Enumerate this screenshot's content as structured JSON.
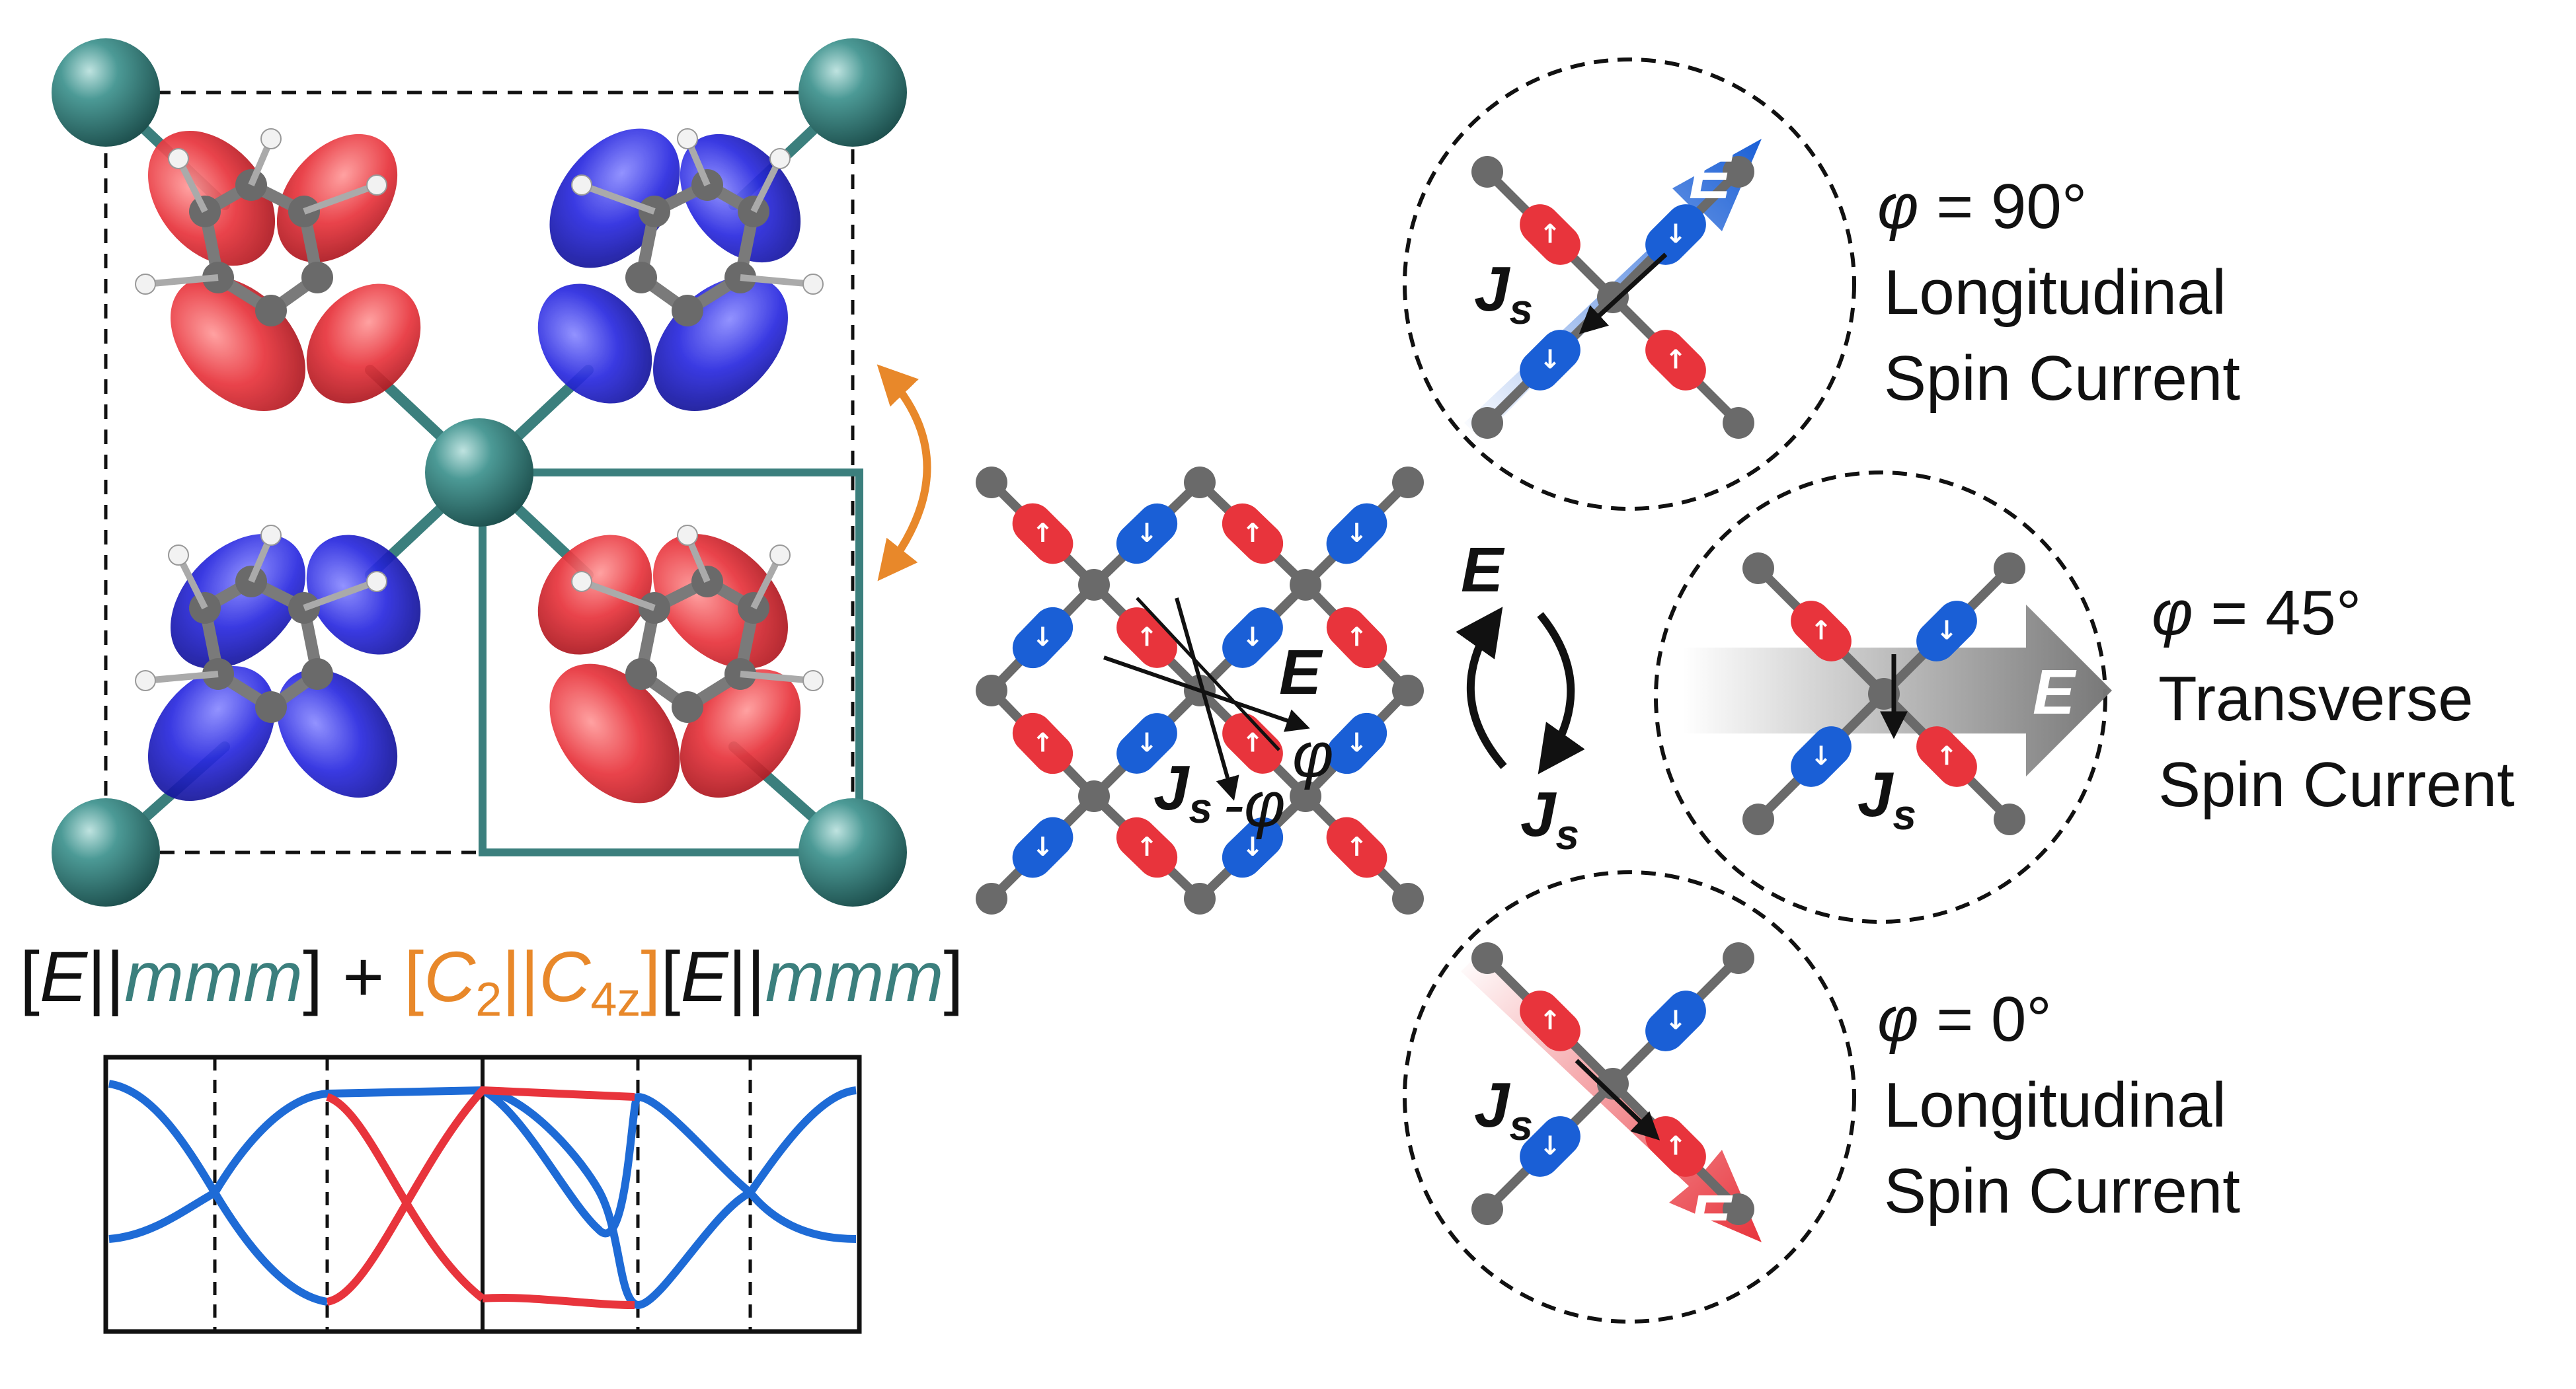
{
  "colors": {
    "spin_up": "#e8343c",
    "spin_down": "#1a5fd6",
    "teal": "#3b7f7d",
    "orange": "#e8882a",
    "gray_atom": "#666666",
    "band_blue": "#1e6bd6",
    "band_red": "#e8343c"
  },
  "symmetry": {
    "open1": "[",
    "E1": "E",
    "bar1": "||",
    "mmm1": "mmm",
    "close1": "]",
    "plus": " + ",
    "open2": "[",
    "C2": "C",
    "C2_sub": "2",
    "bar2": "||",
    "C4": "C",
    "C4_sub": "4z",
    "close2": "]",
    "open3": "[",
    "E3": "E",
    "bar3": "||",
    "mmm3": "mmm",
    "close3": "]"
  },
  "center_labels": {
    "E": "E",
    "phi": "φ",
    "Js": "J",
    "Js_sub": "s",
    "minus_phi": "-φ",
    "E_side": "E",
    "Js_side": "J",
    "Js_side_sub": "s"
  },
  "panels": [
    {
      "angle": "φ = 90°",
      "line1": "Longitudinal",
      "line2": "Spin Current",
      "E": "E",
      "Js": "J",
      "Js_sub": "s"
    },
    {
      "angle": "φ = 45°",
      "line1": "Transverse",
      "line2": "Spin Current",
      "E": "E",
      "Js": "J",
      "Js_sub": "s"
    },
    {
      "angle": "φ = 0°",
      "line1": "Longitudinal",
      "line2": "Spin Current",
      "E": "E",
      "Js": "J",
      "Js_sub": "s"
    }
  ],
  "icons": [
    "up-arrow-glyph",
    "down-arrow-glyph"
  ],
  "glyphs": {
    "up": "↑",
    "down": "↓"
  }
}
